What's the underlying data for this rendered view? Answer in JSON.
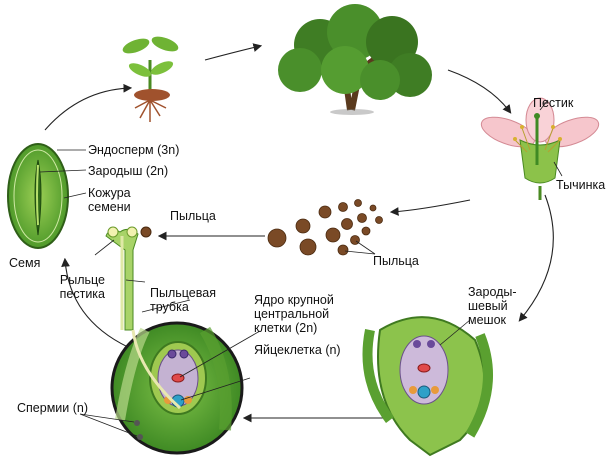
{
  "labels": {
    "pestik": "Пестик",
    "tychinka": "Тычинка",
    "pyltsa_top": "Пыльца",
    "pyltsa_mid": "Пыльца",
    "endosperm": "Эндосперм (3n)",
    "zarodysh": "Зародыш (2n)",
    "kozhura_1": "Кожура",
    "kozhura_2": "семени",
    "semya": "Семя",
    "rylce_1": "Рыльце",
    "rylce_2": "пестика",
    "trubka_1": "Пыльцевая",
    "trubka_2": "трубка",
    "yadro_1": "Ядро крупной",
    "yadro_2": "центральной",
    "yadro_3": "клетки (2n)",
    "yaytse": "Яйцеклетка (n)",
    "spermii": "Спермии (n)",
    "meshok_1": "Зароды-",
    "meshok_2": "шевый",
    "meshok_3": "мешок"
  }
}
